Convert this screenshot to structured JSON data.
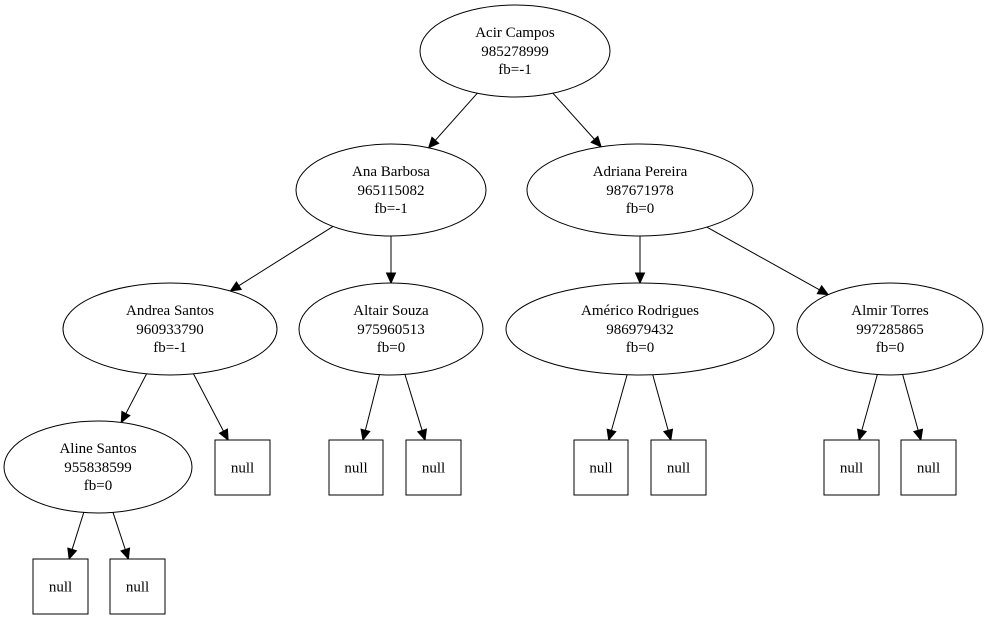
{
  "tree": {
    "nodes": [
      {
        "id": "n-acir",
        "type": "person",
        "name": "Acir Campos",
        "phone": "985278999",
        "fb": "fb=-1"
      },
      {
        "id": "n-ana",
        "type": "person",
        "name": "Ana Barbosa",
        "phone": "965115082",
        "fb": "fb=-1"
      },
      {
        "id": "n-adriana",
        "type": "person",
        "name": "Adriana Pereira",
        "phone": "987671978",
        "fb": "fb=0"
      },
      {
        "id": "n-andrea",
        "type": "person",
        "name": "Andrea Santos",
        "phone": "960933790",
        "fb": "fb=-1"
      },
      {
        "id": "n-altair",
        "type": "person",
        "name": "Altair Souza",
        "phone": "975960513",
        "fb": "fb=0"
      },
      {
        "id": "n-americo",
        "type": "person",
        "name": "Américo Rodrigues",
        "phone": "986979432",
        "fb": "fb=0"
      },
      {
        "id": "n-almir",
        "type": "person",
        "name": "Almir Torres",
        "phone": "997285865",
        "fb": "fb=0"
      },
      {
        "id": "n-aline",
        "type": "person",
        "name": "Aline Santos",
        "phone": "955838599",
        "fb": "fb=0"
      },
      {
        "id": "null-andrea-r",
        "type": "null",
        "label": "null"
      },
      {
        "id": "null-altair-l",
        "type": "null",
        "label": "null"
      },
      {
        "id": "null-altair-r",
        "type": "null",
        "label": "null"
      },
      {
        "id": "null-americo-l",
        "type": "null",
        "label": "null"
      },
      {
        "id": "null-americo-r",
        "type": "null",
        "label": "null"
      },
      {
        "id": "null-almir-l",
        "type": "null",
        "label": "null"
      },
      {
        "id": "null-almir-r",
        "type": "null",
        "label": "null"
      },
      {
        "id": "null-aline-l",
        "type": "null",
        "label": "null"
      },
      {
        "id": "null-aline-r",
        "type": "null",
        "label": "null"
      }
    ],
    "edges": [
      {
        "from": "n-acir",
        "to": "n-ana"
      },
      {
        "from": "n-acir",
        "to": "n-adriana"
      },
      {
        "from": "n-ana",
        "to": "n-andrea"
      },
      {
        "from": "n-ana",
        "to": "n-altair"
      },
      {
        "from": "n-adriana",
        "to": "n-americo"
      },
      {
        "from": "n-adriana",
        "to": "n-almir"
      },
      {
        "from": "n-andrea",
        "to": "n-aline"
      },
      {
        "from": "n-andrea",
        "to": "null-andrea-r"
      },
      {
        "from": "n-altair",
        "to": "null-altair-l"
      },
      {
        "from": "n-altair",
        "to": "null-altair-r"
      },
      {
        "from": "n-americo",
        "to": "null-americo-l"
      },
      {
        "from": "n-americo",
        "to": "null-americo-r"
      },
      {
        "from": "n-almir",
        "to": "null-almir-l"
      },
      {
        "from": "n-almir",
        "to": "null-almir-r"
      },
      {
        "from": "n-aline",
        "to": "null-aline-l"
      },
      {
        "from": "n-aline",
        "to": "null-aline-r"
      }
    ]
  }
}
